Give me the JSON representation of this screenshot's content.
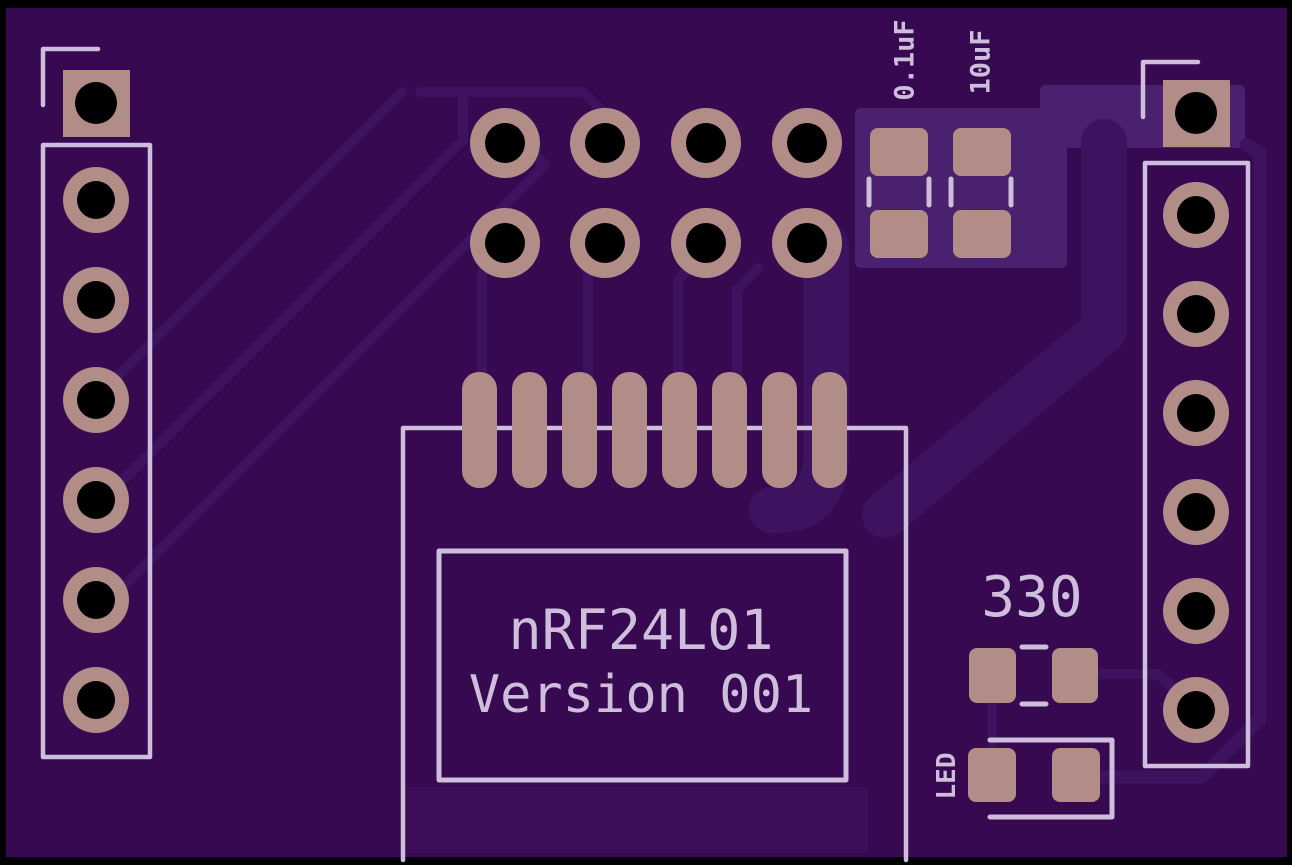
{
  "board": {
    "description": "Purple PCB layout render of an nRF24L01 breakout board",
    "silkscreen": {
      "module_name": "nRF24L01",
      "module_version": "Version 001",
      "capacitor_1_label": "0.1uF",
      "capacitor_2_label": "10uF",
      "resistor_label": "330",
      "led_label": "LED"
    },
    "components": {
      "left_header_round_pads": 6,
      "left_header_square_pads": 1,
      "right_header_round_pads": 6,
      "right_header_square_pads": 1,
      "socket_grid_rows": 2,
      "socket_grid_cols": 4,
      "module_smd_pads": 8,
      "capacitor_pads": 4,
      "resistor_pads": 2,
      "led_pads": 2
    }
  },
  "colors": {
    "page_bg": "#000000",
    "board": "#360951",
    "trace": "#3d1360",
    "pour": "#4a216e",
    "pour_subtle": "#3c0e59",
    "copper": "#b28d88",
    "silk": "#cebedc",
    "hole": "#000000"
  }
}
